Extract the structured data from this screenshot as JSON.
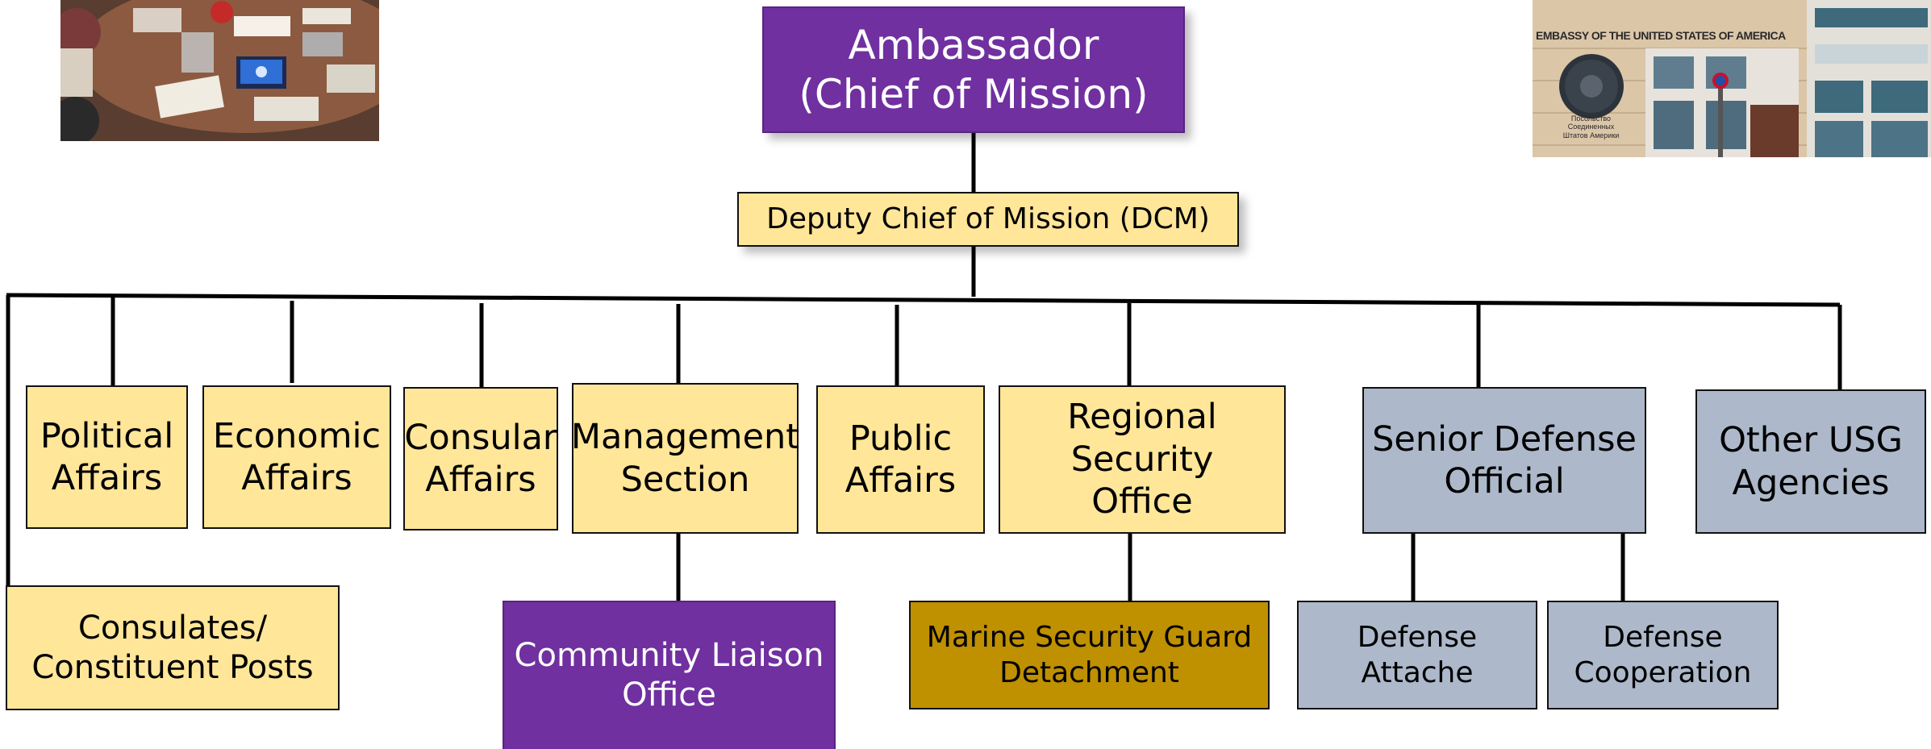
{
  "org_chart": {
    "ambassador": "Ambassador\n(Chief of Mission)",
    "dcm": "Deputy Chief of Mission (DCM)",
    "sections": {
      "political": "Political\nAffairs",
      "economic": "Economic\nAffairs",
      "consular": "Consular\nAffairs",
      "management": "Management\nSection",
      "public": "Public\nAffairs",
      "rso": "Regional Security\nOffice",
      "sdo": "Senior Defense\nOfficial",
      "other": "Other USG\nAgencies",
      "consulates": "Consulates/\nConstituent Posts",
      "clo": "Community Liaison\nOffice",
      "msg": "Marine Security Guard\nDetachment",
      "defense_attache": "Defense\nAttache",
      "defense_cooperation": "Defense\nCooperation"
    }
  },
  "photos": {
    "embassy_sign": "EMBASSY OF THE UNITED STATES OF AMERICA",
    "embassy_plaque": "Посольство\nСоединенных\nШтатов Америки"
  },
  "colors": {
    "purple": "#7030a0",
    "yellow": "#ffe699",
    "gold": "#bf9000",
    "gray": "#adb9ca"
  }
}
